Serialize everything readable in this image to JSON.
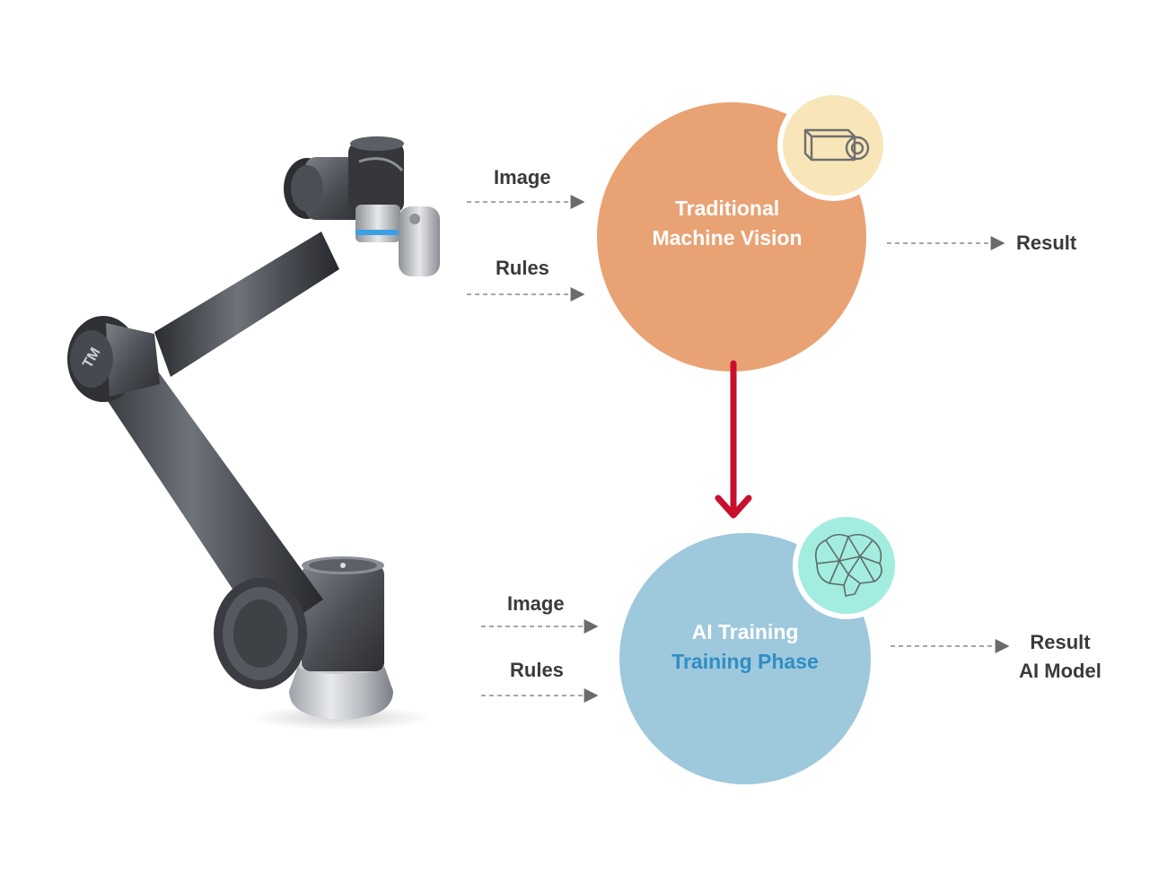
{
  "diagram": {
    "traditional": {
      "inputs": [
        "Image",
        "Rules"
      ],
      "title_line1": "Traditional",
      "title_line2": "Machine Vision",
      "output": "Result",
      "circle_color": "#e9a274",
      "badge_color": "#f8e6b8",
      "badge_icon": "camera-icon"
    },
    "ai": {
      "inputs": [
        "Image",
        "Rules"
      ],
      "title_line1": "AI Training",
      "title_line2": "Training Phase",
      "output_line1": "Result",
      "output_line2": "AI Model",
      "circle_color": "#9ec8dc",
      "badge_color": "#a3ece0",
      "badge_icon": "brain-icon",
      "subtitle_color": "#2f8ec4"
    },
    "transition_arrow_color": "#c8102e",
    "robot": {
      "logo_text": "TM",
      "image": "robot-arm-image"
    }
  }
}
